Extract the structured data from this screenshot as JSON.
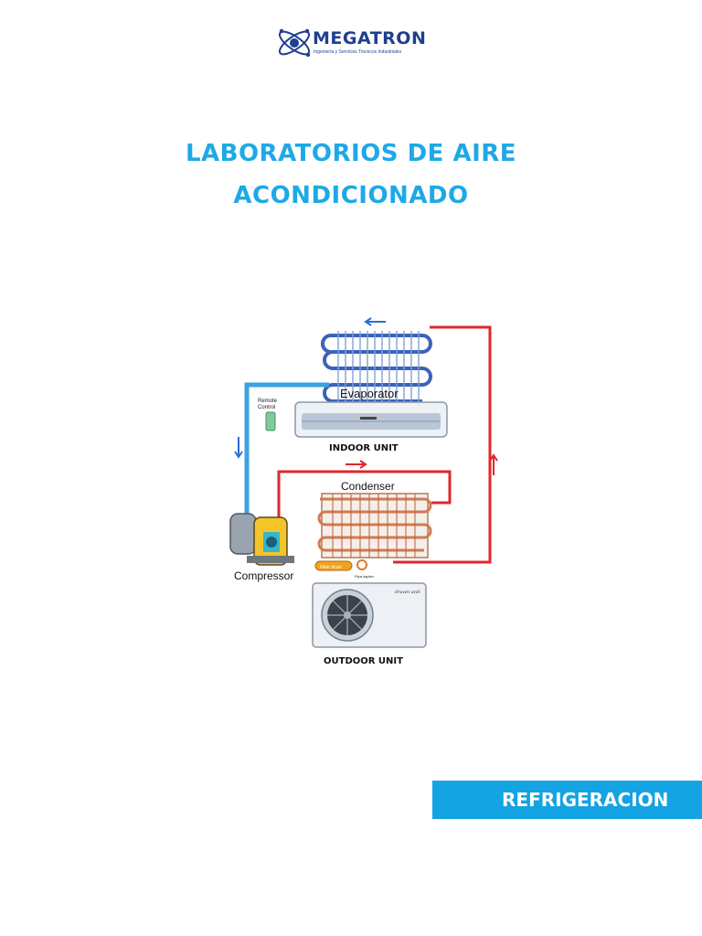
{
  "logo": {
    "name": "MEGATRON",
    "tagline": "Ingeniería y Servicios Técnicos Industriales"
  },
  "title": {
    "line1": "LABORATORIOS DE AIRE",
    "line2": "ACONDICIONADO"
  },
  "diagram": {
    "evaporator_label": "Evaporator",
    "remote_label_1": "Remote",
    "remote_label_2": "Control",
    "indoor_unit_label": "INDOOR UNIT",
    "condenser_label": "Condenser",
    "compressor_label": "Compressor",
    "filter_dryer_label": "Filter dryer",
    "pipe_capillar_label": "Pipa kapiler",
    "outdoor_brand_label": "drawn unit",
    "outdoor_unit_label": "OUTDOOR UNIT"
  },
  "banner": {
    "label": "REFRIGERACION"
  },
  "colors": {
    "title": "#1ea9e6",
    "banner": "#14a3e3",
    "logo": "#1f3f8f",
    "cold_pipe": "#3aa3e0",
    "hot_pipe": "#e0262b"
  }
}
